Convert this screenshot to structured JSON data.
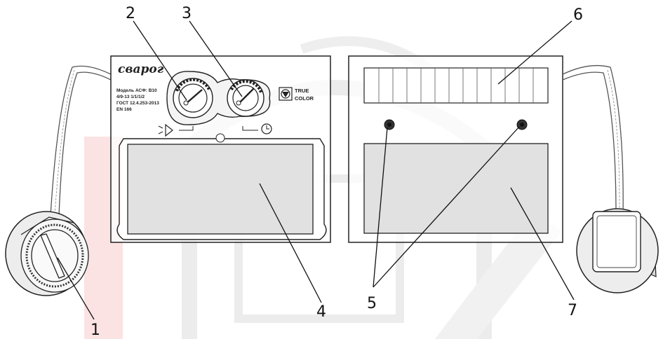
{
  "brand": {
    "logo": "сварог"
  },
  "cartridge_label": [
    "Модель АСФ: В10",
    "4/9-13 1/1/1/2",
    "ГОСТ 12.4.253-2013",
    "EN 166"
  ],
  "true_color": {
    "line1": "TRUE",
    "line2": "COLOR"
  },
  "callouts": [
    {
      "id": "1",
      "label": "1"
    },
    {
      "id": "2",
      "label": "2"
    },
    {
      "id": "3",
      "label": "3"
    },
    {
      "id": "4",
      "label": "4"
    },
    {
      "id": "5",
      "label": "5"
    },
    {
      "id": "6",
      "label": "6"
    },
    {
      "id": "7",
      "label": "7"
    }
  ],
  "icons": [
    "shade-sensitivity-icon",
    "delay-clock-icon",
    "true-color-icon",
    "sensor-icon",
    "knob-icon"
  ]
}
